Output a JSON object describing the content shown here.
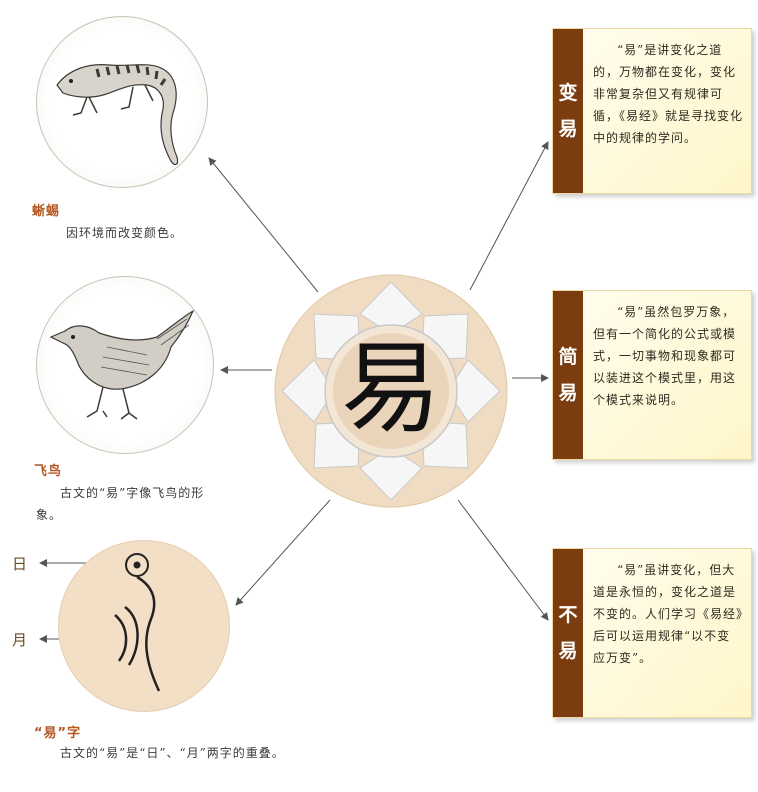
{
  "center": {
    "character": "易"
  },
  "left": {
    "lizard": {
      "title": "蜥蜴",
      "text": "因环境而改变颜色。"
    },
    "bird": {
      "title": "飞鸟",
      "text": "古文的“易”字像飞鸟的形象。"
    },
    "sunmoon": {
      "label_sun": "日",
      "label_moon": "月",
      "title": "“易”字",
      "text": "古文的“易”是“日”、“月”两字的重叠。"
    }
  },
  "right": {
    "bianyi": {
      "side": [
        "变",
        "易"
      ],
      "text": "“易”是讲变化之道的，万物都在变化，变化非常复杂但又有规律可循，《易经》就是寻找变化中的规律的学问。"
    },
    "jianyi": {
      "side": [
        "简",
        "易"
      ],
      "text": "“易”虽然包罗万象，但有一个简化的公式或模式，一切事物和现象都可以装进这个模式里，用这个模式来说明。"
    },
    "buyi": {
      "side": [
        "不",
        "易"
      ],
      "text": "“易”虽讲变化，但大道是永恒的，变化之道是不变的。人们学习《易经》后可以运用规律“以不变应万变”。"
    }
  },
  "colors": {
    "accent": "#7b3d10",
    "title": "#b3561f",
    "box_bg": "#fff6c9",
    "ring": "#f0dcc2"
  }
}
